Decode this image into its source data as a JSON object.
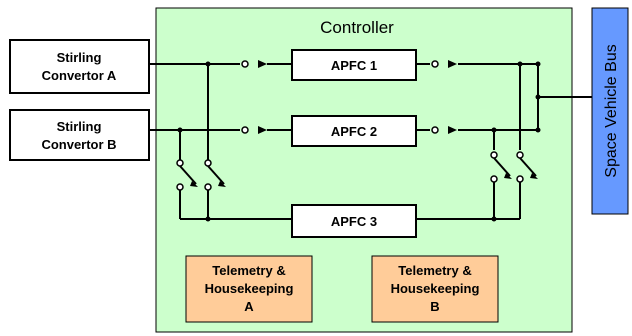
{
  "controller": {
    "title": "Controller",
    "fill": "#ccffcc"
  },
  "sources": [
    {
      "line1": "Stirling",
      "line2": "Convertor A"
    },
    {
      "line1": "Stirling",
      "line2": "Convertor B"
    }
  ],
  "apfc": [
    "APFC 1",
    "APFC 2",
    "APFC 3"
  ],
  "telemetry": [
    {
      "line1": "Telemetry &",
      "line2": "Housekeeping",
      "line3": "A"
    },
    {
      "line1": "Telemetry &",
      "line2": "Housekeeping",
      "line3": "B"
    }
  ],
  "bus": {
    "label": "Space Vehicle Bus",
    "fill": "#6699ff"
  },
  "colors": {
    "telemetry_fill": "#ffcc99",
    "line": "#000000"
  }
}
